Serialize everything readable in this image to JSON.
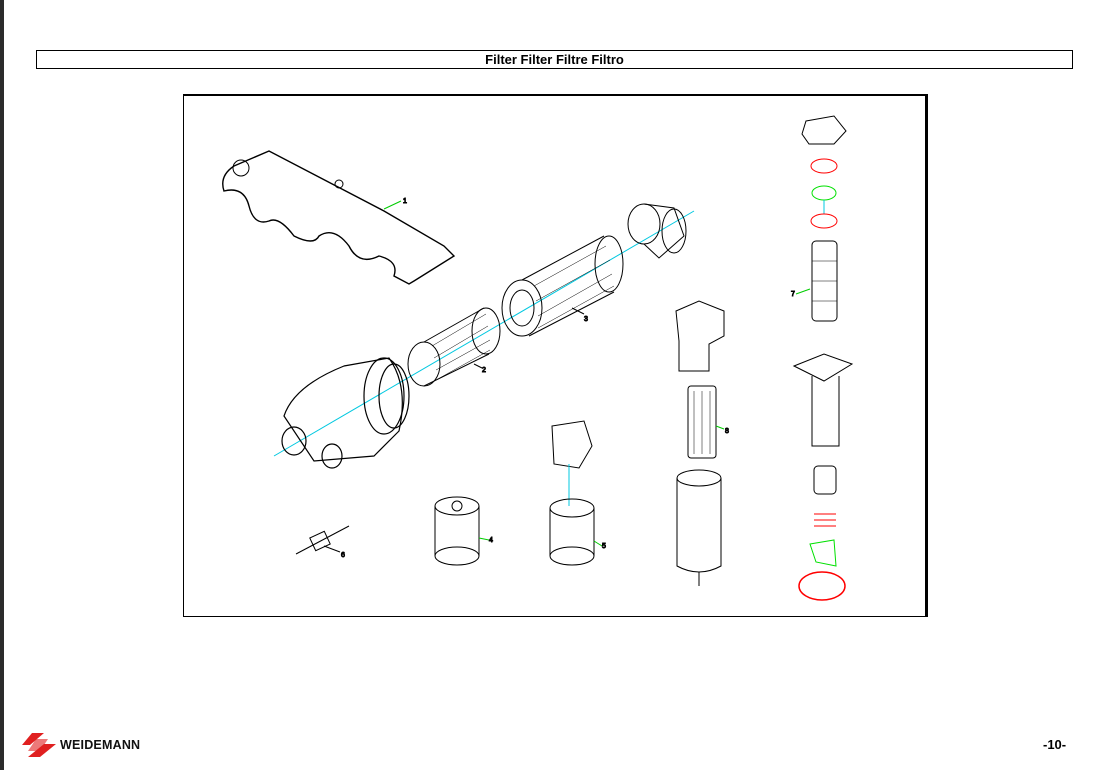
{
  "header": {
    "title": "Filter Filter Filtre Filtro"
  },
  "figure": {
    "callouts": [
      "1",
      "2",
      "3",
      "4",
      "5",
      "6",
      "7",
      "8"
    ],
    "colors": {
      "line": "#000000",
      "leader": "#00cc00",
      "axis": "#00c8e0",
      "highlight_red": "#ff0000",
      "highlight_green": "#00e000"
    }
  },
  "footer": {
    "brand": "WEIDEMANN",
    "page_number": "-10-"
  }
}
